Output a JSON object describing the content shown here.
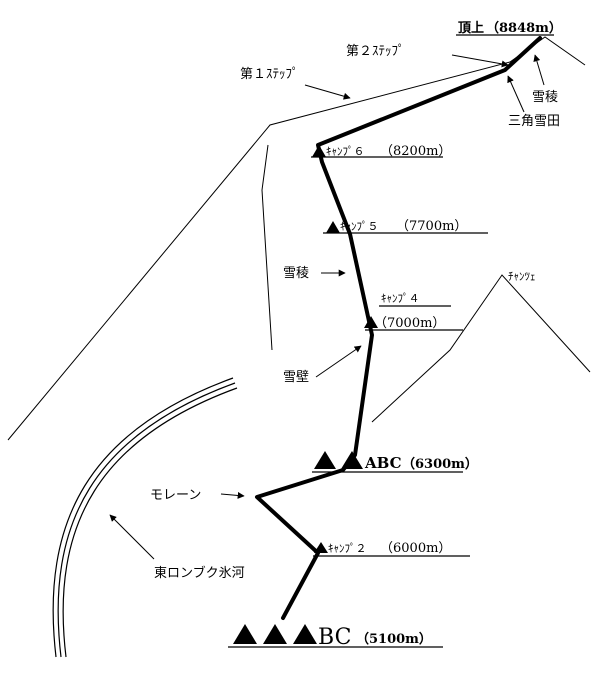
{
  "summit": {
    "label": "頂上",
    "altitude": "（8848m）"
  },
  "steps": {
    "first": "第１ｽﾃｯﾌﾟ",
    "second": "第２ｽﾃｯﾌﾟ"
  },
  "ridge_upper": "雪稜",
  "snowfield": "三角雪田",
  "camp6": {
    "name": "ｷｬﾝﾌﾟ６",
    "altitude": "（8200m）"
  },
  "camp5": {
    "name": "ｷｬﾝﾌﾟ５",
    "altitude": "（7700m）"
  },
  "ridge_lower": "雪稜",
  "camp4": {
    "name": "ｷｬﾝﾌﾟ４",
    "altitude": "（7000m）"
  },
  "changtse": "ﾁｬﾝﾂｪ",
  "snow_wall": "雪壁",
  "abc": {
    "name": "ABC",
    "altitude": "（6300m）"
  },
  "moraine": "モレーン",
  "camp2": {
    "name": "ｷｬﾝﾌﾟ２",
    "altitude": "（6000m）"
  },
  "glacier": "東ロンブク氷河",
  "bc": {
    "name": "BC",
    "altitude": "（5100m）"
  }
}
